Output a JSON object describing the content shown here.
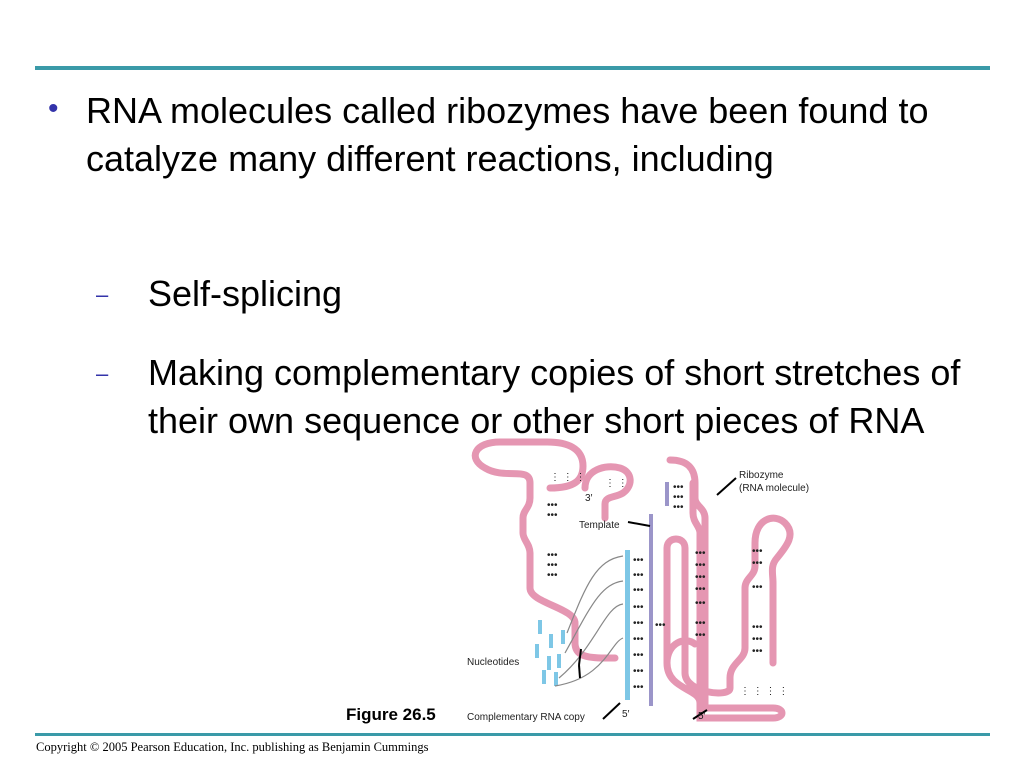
{
  "slide": {
    "bullet_text": "RNA molecules called ribozymes have been found to catalyze many different reactions, including",
    "sub_bullets": [
      "Self-splicing",
      "Making complementary copies of short stretches of their own sequence or other short pieces of RNA"
    ],
    "bullet_symbol": "•",
    "dash_symbol": "–",
    "rule_color": "#3a9aa8",
    "bullet_color": "#3333aa"
  },
  "diagram": {
    "labels": {
      "ribozyme": "Ribozyme",
      "ribozyme_sub": "(RNA molecule)",
      "three_prime": "3′",
      "template": "Template",
      "nucleotides": "Nucleotides",
      "complementary": "Complementary RNA copy",
      "five_prime_a": "5′",
      "five_prime_b": "5′"
    },
    "colors": {
      "rna": "#e596b2",
      "rna_fill": "#ffffff",
      "template": "#9b95c9",
      "nucleotide": "#7ec7e6",
      "arrow": "#888888"
    }
  },
  "caption": {
    "figure": "Figure 26.5"
  },
  "footer": {
    "copyright": "Copyright © 2005 Pearson Education, Inc. publishing as Benjamin Cummings"
  }
}
